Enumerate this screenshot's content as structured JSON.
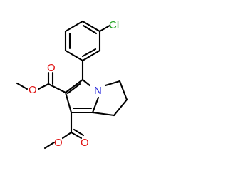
{
  "structure": {
    "atoms": {
      "chlorine": {
        "symbol": "Cl",
        "color": "#1fa01f"
      },
      "nitrogen": {
        "symbol": "N",
        "color": "#2b2bdc"
      },
      "carbonyl_oxygen_upper": {
        "symbol": "O",
        "color": "#e01010"
      },
      "ester_oxygen_upper": {
        "symbol": "O",
        "color": "#e01010"
      },
      "carbonyl_oxygen_lower": {
        "symbol": "O",
        "color": "#e01010"
      },
      "ester_oxygen_lower": {
        "symbol": "O",
        "color": "#e01010"
      }
    },
    "bond_color": "#000000"
  }
}
